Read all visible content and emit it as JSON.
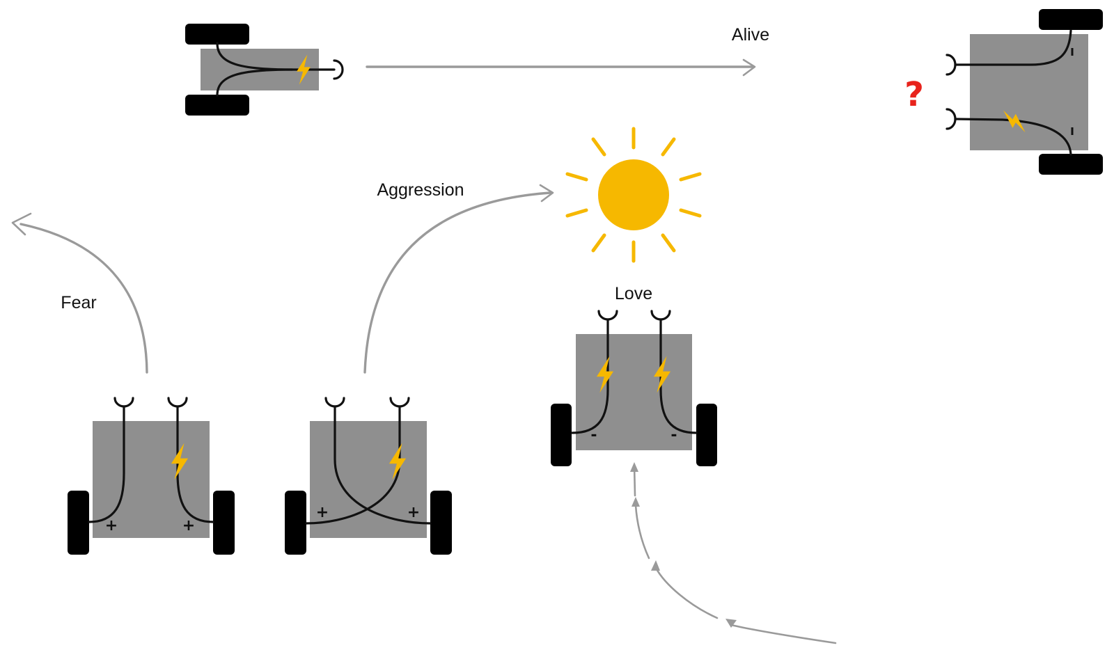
{
  "behaviors": {
    "alive": "Alive",
    "aggression": "Aggression",
    "fear": "Fear",
    "love": "Love"
  },
  "connection_signs": {
    "excitatory": "+",
    "inhibitory": "-"
  },
  "unknown_marker": "?",
  "colors": {
    "body": "#8f8f8f",
    "wheel": "#000000",
    "wire": "#111111",
    "bolt": "#f6b800",
    "sun": "#f6b800",
    "path": "#9a9a9a",
    "question": "#e8231c"
  },
  "icons": [
    "lightning-bolt-icon",
    "sun-icon",
    "sensor-icon",
    "wheel-icon",
    "question-mark-icon"
  ]
}
